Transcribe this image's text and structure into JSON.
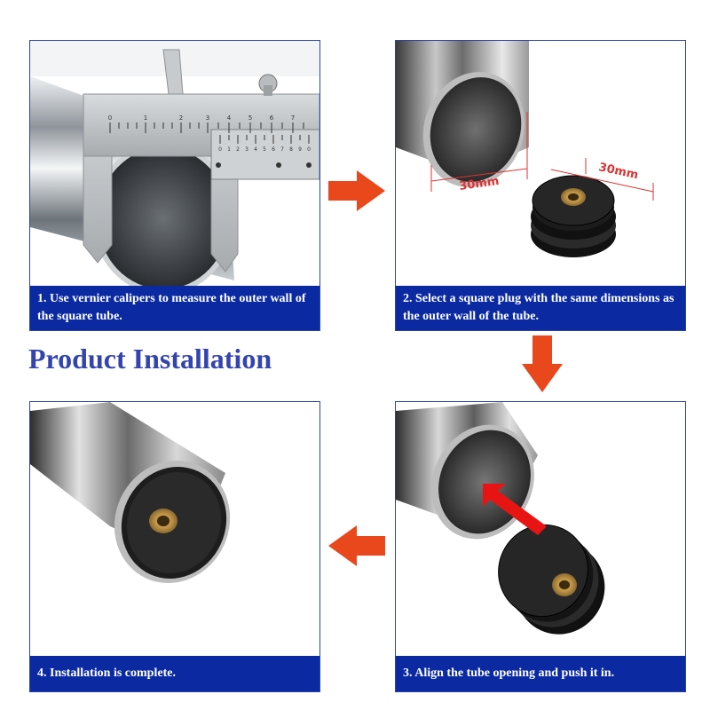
{
  "title": "Product Installation",
  "steps": [
    {
      "caption": "1. Use vernier calipers to measure the outer wall of the square tube."
    },
    {
      "caption": "2. Select a square plug with the same dimensions as the outer wall of the tube.",
      "dimension_label_tube": "30mm",
      "dimension_label_plug": "30mm"
    },
    {
      "caption": "3. Align the tube opening and push it in."
    },
    {
      "caption": "4. Installation is complete."
    }
  ],
  "caliper_scale": {
    "main_ticks": [
      "0",
      "1",
      "2",
      "3",
      "4",
      "5",
      "6",
      "7"
    ],
    "vernier_ticks": [
      "0",
      "1",
      "2",
      "3",
      "4",
      "5",
      "6",
      "7",
      "8",
      "9",
      "0"
    ]
  },
  "colors": {
    "caption_bg": "#0b2aa2",
    "title": "#3344b0",
    "arrow": "#e8481c",
    "border": "#2b43a6"
  }
}
